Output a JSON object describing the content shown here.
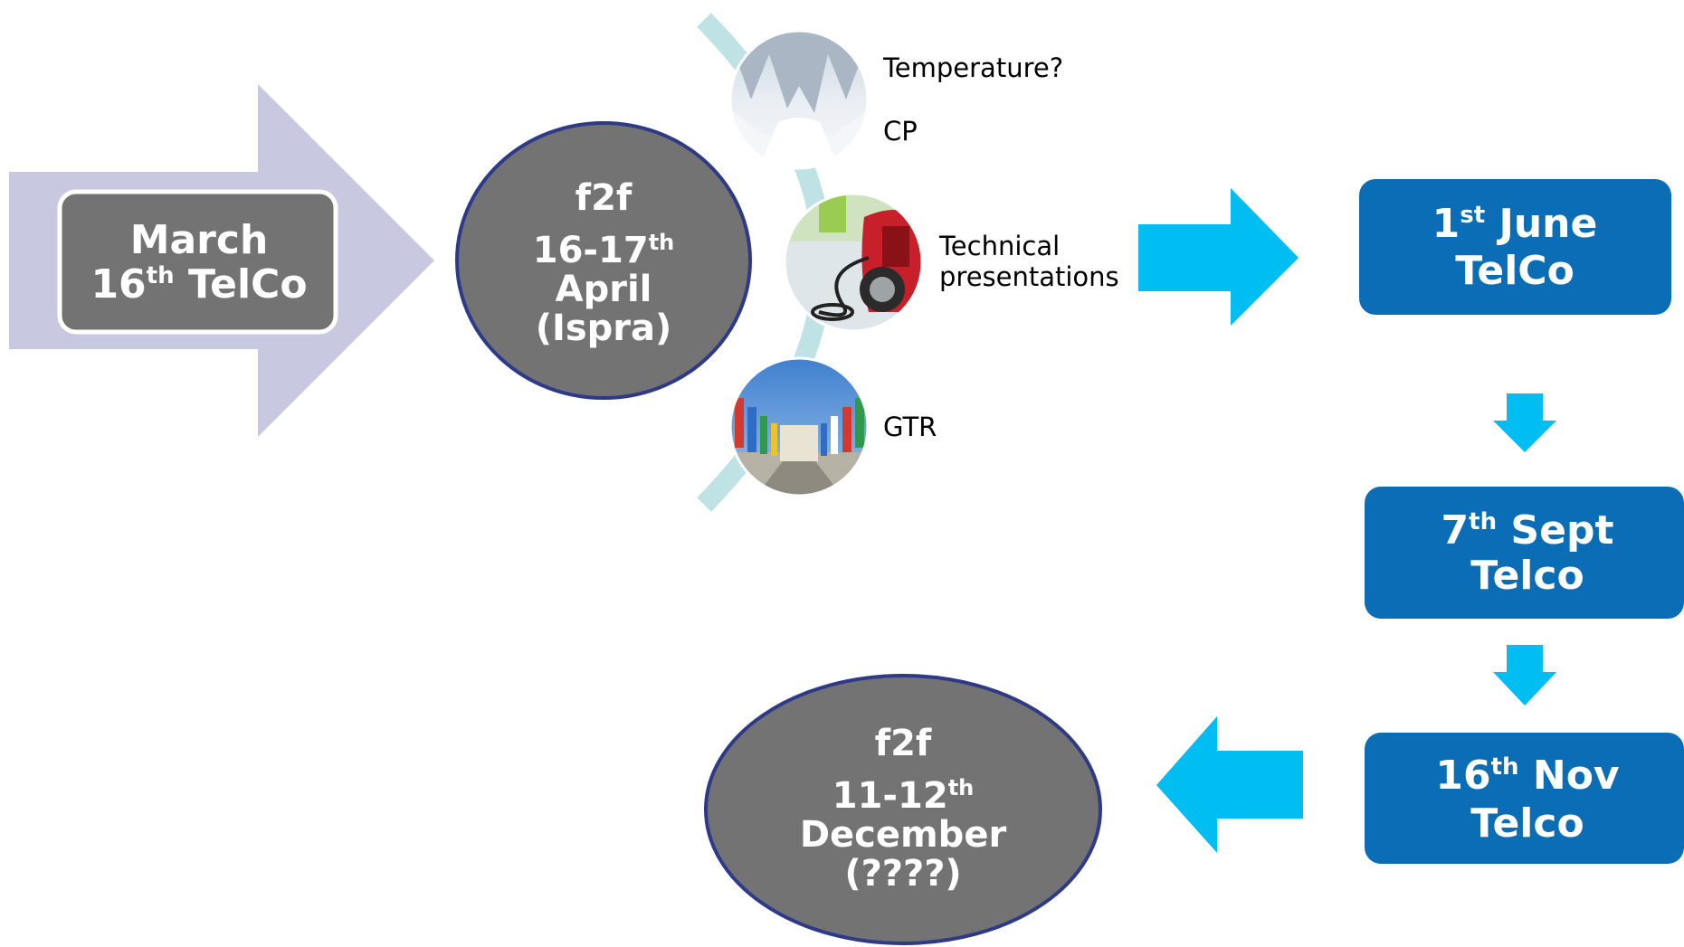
{
  "start": {
    "line1": "March",
    "line2_num": "16",
    "line2_sup": "th",
    "line2_rest": " TelCo"
  },
  "meeting1": {
    "title": "f2f",
    "date_num": "16-17",
    "date_sup": "th",
    "month": "April",
    "place": "(Ispra)"
  },
  "topics": [
    {
      "label": "Temperature?",
      "image_icon": "snow-forest-photo"
    },
    {
      "label": "CP",
      "image_icon": "snow-forest-photo"
    },
    {
      "label_line1": "Technical",
      "label_line2": "presentations",
      "image_icon": "ev-charging-photo"
    },
    {
      "label": "GTR",
      "image_icon": "flags-avenue-photo"
    }
  ],
  "telcos": [
    {
      "num": "1",
      "sup": "st",
      "rest": " June",
      "line2": "TelCo"
    },
    {
      "num": "7",
      "sup": "th",
      "rest": " Sept",
      "line2": "Telco"
    },
    {
      "num": "16",
      "sup": "th",
      "rest": " Nov",
      "line2": "Telco"
    }
  ],
  "meeting2": {
    "title": "f2f",
    "date_num": "11-12",
    "date_sup": "th",
    "month": "December",
    "place": "(????)"
  },
  "colors": {
    "gray_node": "#737373",
    "ellipse_border": "#2e3a87",
    "big_arrow": "#c8c9e1",
    "telco_box": "#0a6db5",
    "cyan_arrow": "#00bdf2",
    "arc": "#bfe3e5"
  }
}
